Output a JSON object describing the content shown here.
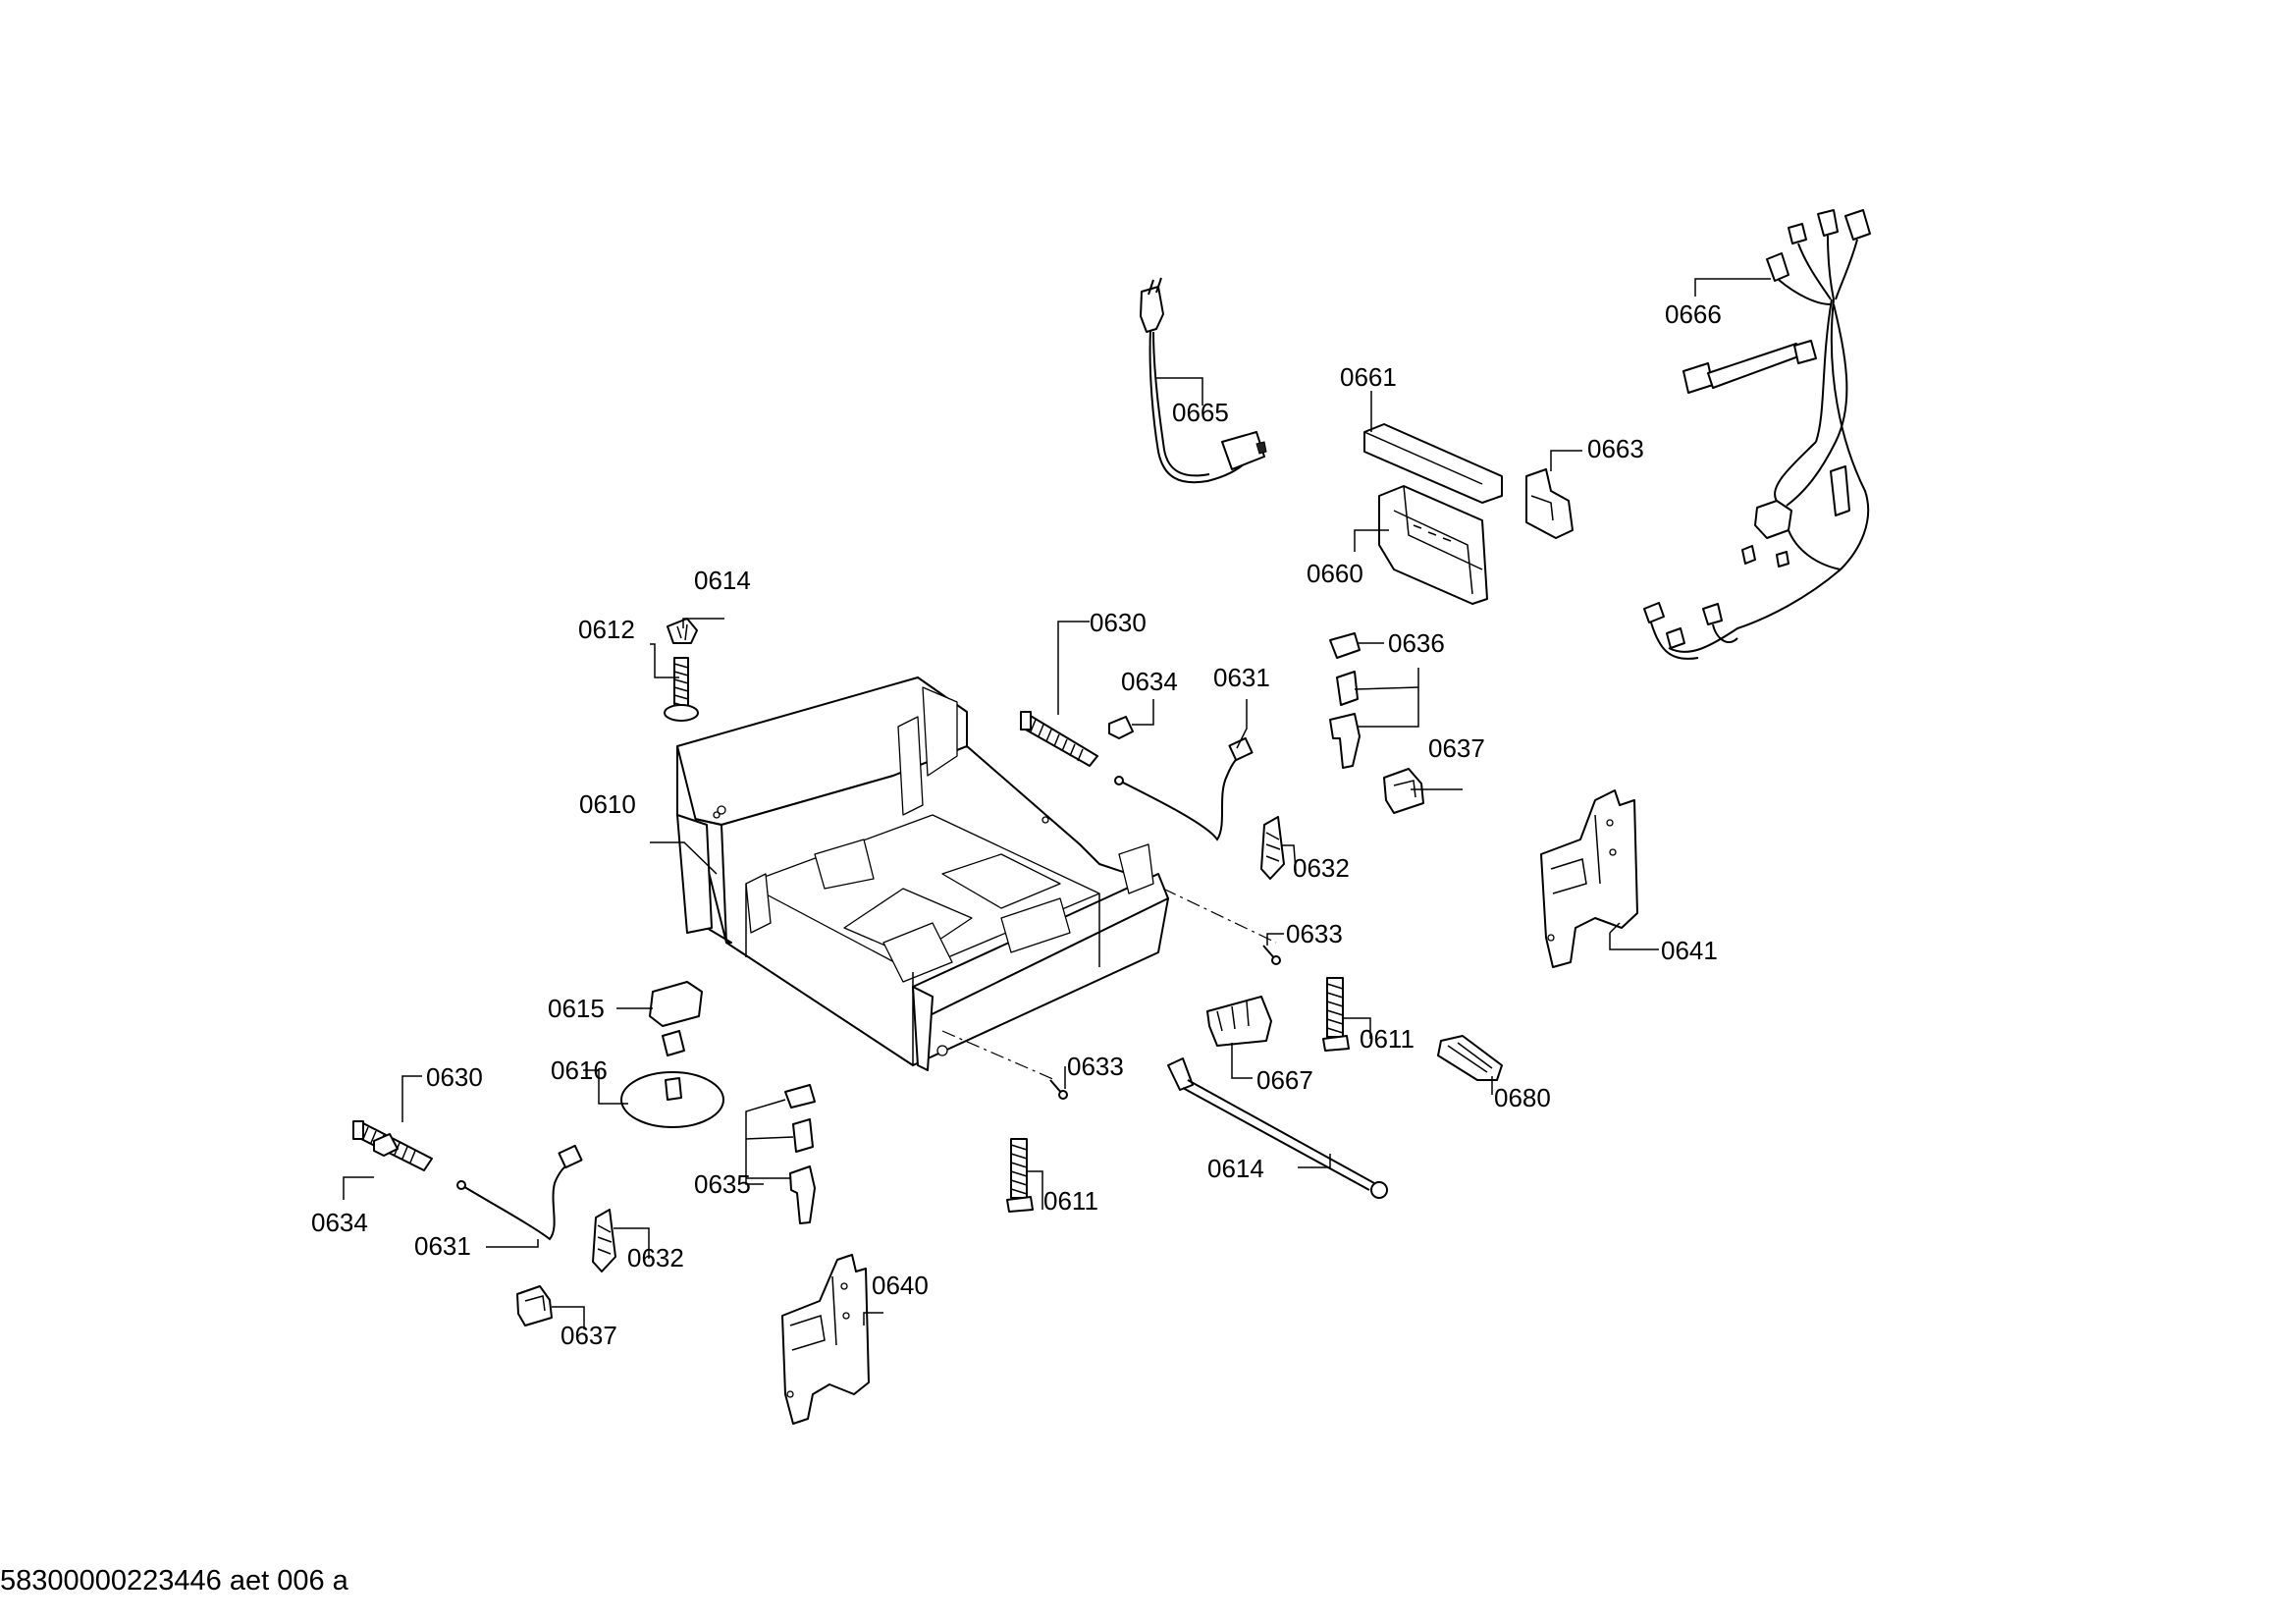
{
  "diagram": {
    "footer_code": "58300000223446 aet 006 a",
    "labels": {
      "l0610": "0610",
      "l0611a": "0611",
      "l0611b": "0611",
      "l0612": "0612",
      "l0614a": "0614",
      "l0614b": "0614",
      "l0615": "0615",
      "l0616": "0616",
      "l0630a": "0630",
      "l0630b": "0630",
      "l0631a": "0631",
      "l0631b": "0631",
      "l0632a": "0632",
      "l0632b": "0632",
      "l0633a": "0633",
      "l0633b": "0633",
      "l0634a": "0634",
      "l0634b": "0634",
      "l0635": "0635",
      "l0636": "0636",
      "l0637a": "0637",
      "l0637b": "0637",
      "l0640": "0640",
      "l0641": "0641",
      "l0660": "0660",
      "l0661": "0661",
      "l0663": "0663",
      "l0665": "0665",
      "l0666": "0666",
      "l0667": "0667",
      "l0680": "0680"
    }
  }
}
